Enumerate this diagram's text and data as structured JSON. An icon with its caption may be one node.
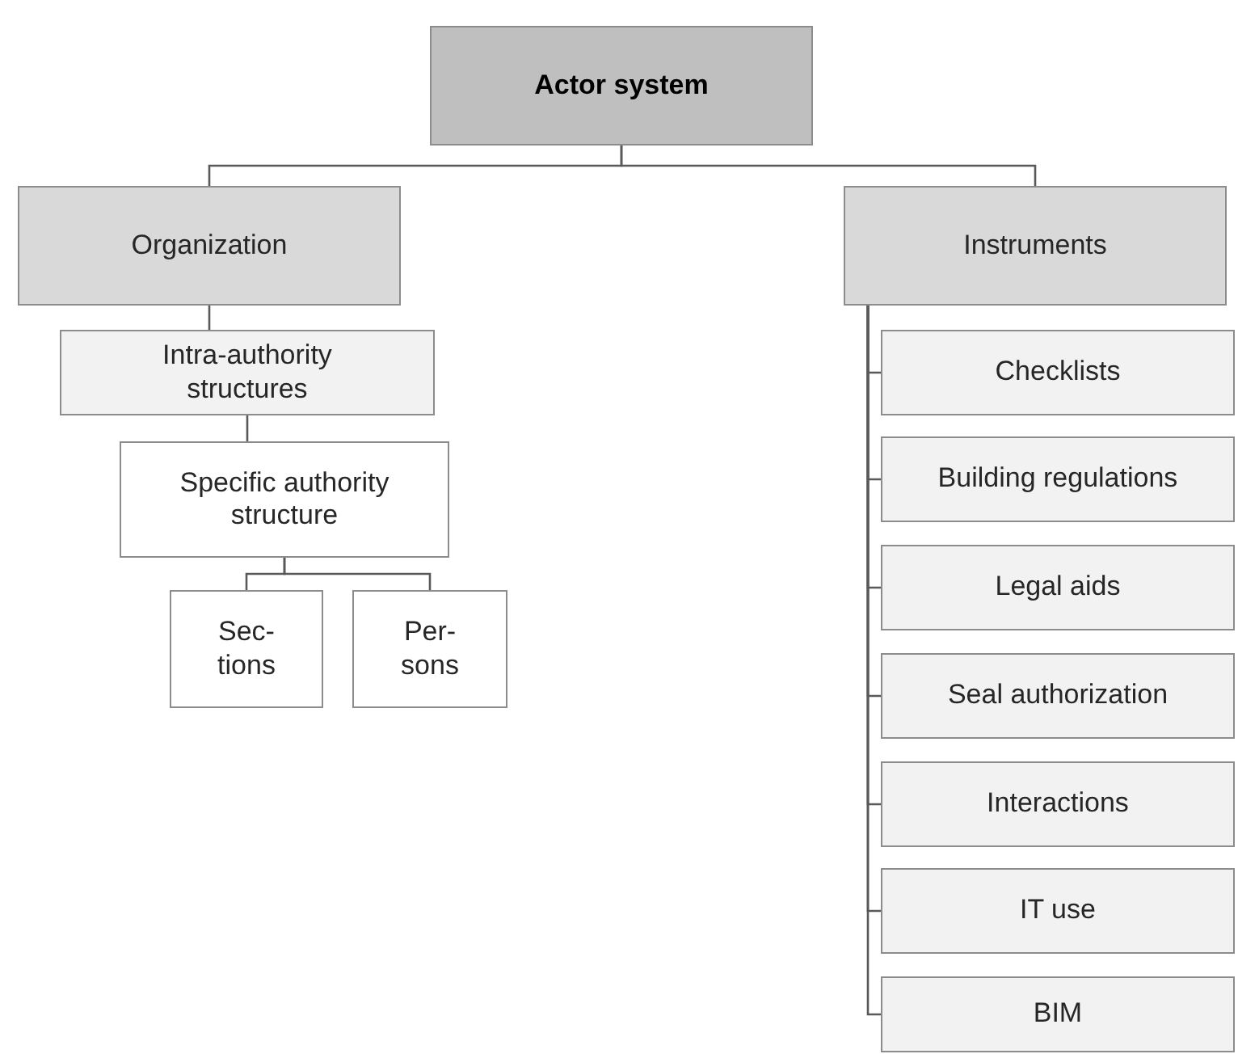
{
  "diagram": {
    "nodes": [
      {
        "text": [
          "Actor system"
        ]
      },
      {
        "text": [
          "Organization"
        ]
      },
      {
        "text": [
          "Instruments"
        ]
      },
      {
        "text": [
          "Intra-authority structures"
        ]
      },
      {
        "text": [
          "Specific authority structure"
        ]
      },
      {
        "text": [
          "Sec- tions"
        ]
      },
      {
        "text": [
          "Per- sons"
        ]
      },
      {
        "text": [
          "Checklists"
        ]
      },
      {
        "text": [
          "Building regulations"
        ]
      },
      {
        "text": [
          "Legal aids"
        ]
      },
      {
        "text": [
          "Seal authorization"
        ]
      },
      {
        "text": [
          "Interactions"
        ]
      },
      {
        "text": [
          "IT use"
        ]
      },
      {
        "text": [
          "BIM"
        ]
      }
    ],
    "edges": [
      {
        "from": 0,
        "to": 1,
        "arrow": "none"
      },
      {
        "from": 0,
        "to": 2,
        "arrow": "none"
      },
      {
        "from": 1,
        "to": 3,
        "arrow": "none"
      },
      {
        "from": 3,
        "to": 4,
        "arrow": "none"
      },
      {
        "from": 4,
        "to": 5,
        "arrow": "none"
      },
      {
        "from": 4,
        "to": 6,
        "arrow": "none"
      },
      {
        "from": 2,
        "to": 7,
        "arrow": "none"
      },
      {
        "from": 2,
        "to": 8,
        "arrow": "none"
      },
      {
        "from": 2,
        "to": 9,
        "arrow": "none"
      },
      {
        "from": 2,
        "to": 10,
        "arrow": "none"
      },
      {
        "from": 2,
        "to": 11,
        "arrow": "none"
      },
      {
        "from": 2,
        "to": 12,
        "arrow": "none"
      },
      {
        "from": 2,
        "to": 13,
        "arrow": "none"
      }
    ]
  }
}
